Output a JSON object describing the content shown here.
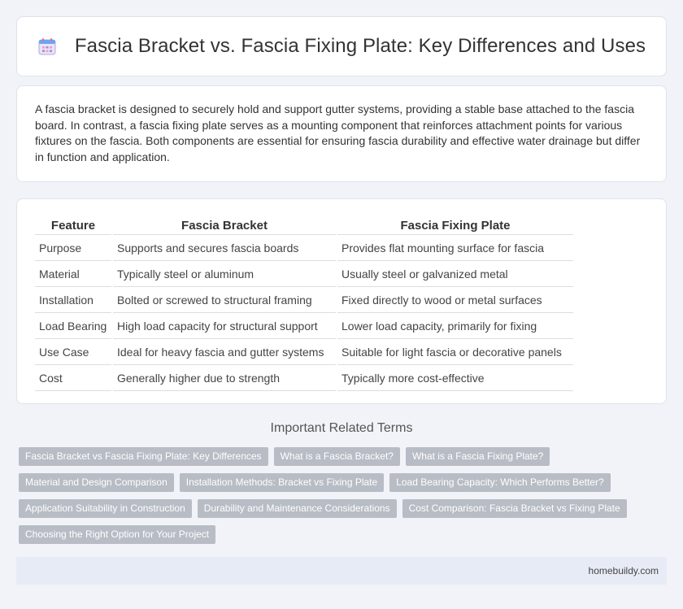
{
  "header": {
    "title": "Fascia Bracket vs. Fascia Fixing Plate: Key Differences and Uses"
  },
  "intro": {
    "text": "A fascia bracket is designed to securely hold and support gutter systems, providing a stable base attached to the fascia board. In contrast, a fascia fixing plate serves as a mounting component that reinforces attachment points for various fixtures on the fascia. Both components are essential for ensuring fascia durability and effective water drainage but differ in function and application."
  },
  "table": {
    "headers": [
      "Feature",
      "Fascia Bracket",
      "Fascia Fixing Plate"
    ],
    "rows": [
      [
        "Purpose",
        "Supports and secures fascia boards",
        "Provides flat mounting surface for fascia"
      ],
      [
        "Material",
        "Typically steel or aluminum",
        "Usually steel or galvanized metal"
      ],
      [
        "Installation",
        "Bolted or screwed to structural framing",
        "Fixed directly to wood or metal surfaces"
      ],
      [
        "Load Bearing",
        "High load capacity for structural support",
        "Lower load capacity, primarily for fixing"
      ],
      [
        "Use Case",
        "Ideal for heavy fascia and gutter systems",
        "Suitable for light fascia or decorative panels"
      ],
      [
        "Cost",
        "Generally higher due to strength",
        "Typically more cost-effective"
      ]
    ]
  },
  "related": {
    "title": "Important Related Terms",
    "tags": [
      "Fascia Bracket vs Fascia Fixing Plate: Key Differences",
      "What is a Fascia Bracket?",
      "What is a Fascia Fixing Plate?",
      "Material and Design Comparison",
      "Installation Methods: Bracket vs Fixing Plate",
      "Load Bearing Capacity: Which Performs Better?",
      "Application Suitability in Construction",
      "Durability and Maintenance Considerations",
      "Cost Comparison: Fascia Bracket vs Fixing Plate",
      "Choosing the Right Option for Your Project"
    ]
  },
  "footer": {
    "site": "homebuildy.com"
  },
  "icons": {
    "header": "calendar-icon"
  },
  "colors": {
    "tag_bg": "#b8bcc5",
    "page_bg": "#f1f3f8",
    "footer_bg": "#e7ebf5"
  }
}
